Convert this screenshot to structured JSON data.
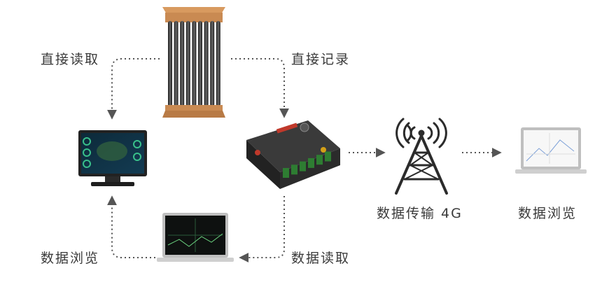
{
  "labels": {
    "direct_read": "直接读取",
    "direct_record": "直接记录",
    "data_transmission": "数据传输 4G",
    "data_browse_right": "数据浏览",
    "data_browse_left": "数据浏览",
    "data_read": "数据读取"
  },
  "nodes": {
    "sensor": "heat-exchanger-sensor-icon",
    "monitor": "desktop-monitor-icon",
    "logger": "data-logger-icon",
    "tower": "cell-tower-4g-icon",
    "laptop_right": "laptop-right-icon",
    "laptop_bottom": "laptop-bottom-icon"
  },
  "colors": {
    "text": "#3a3a3a",
    "arrow": "#555555",
    "sensor_wood": "#c98a52",
    "device_dark": "#2b2b2b",
    "accent_red": "#c0392b"
  }
}
